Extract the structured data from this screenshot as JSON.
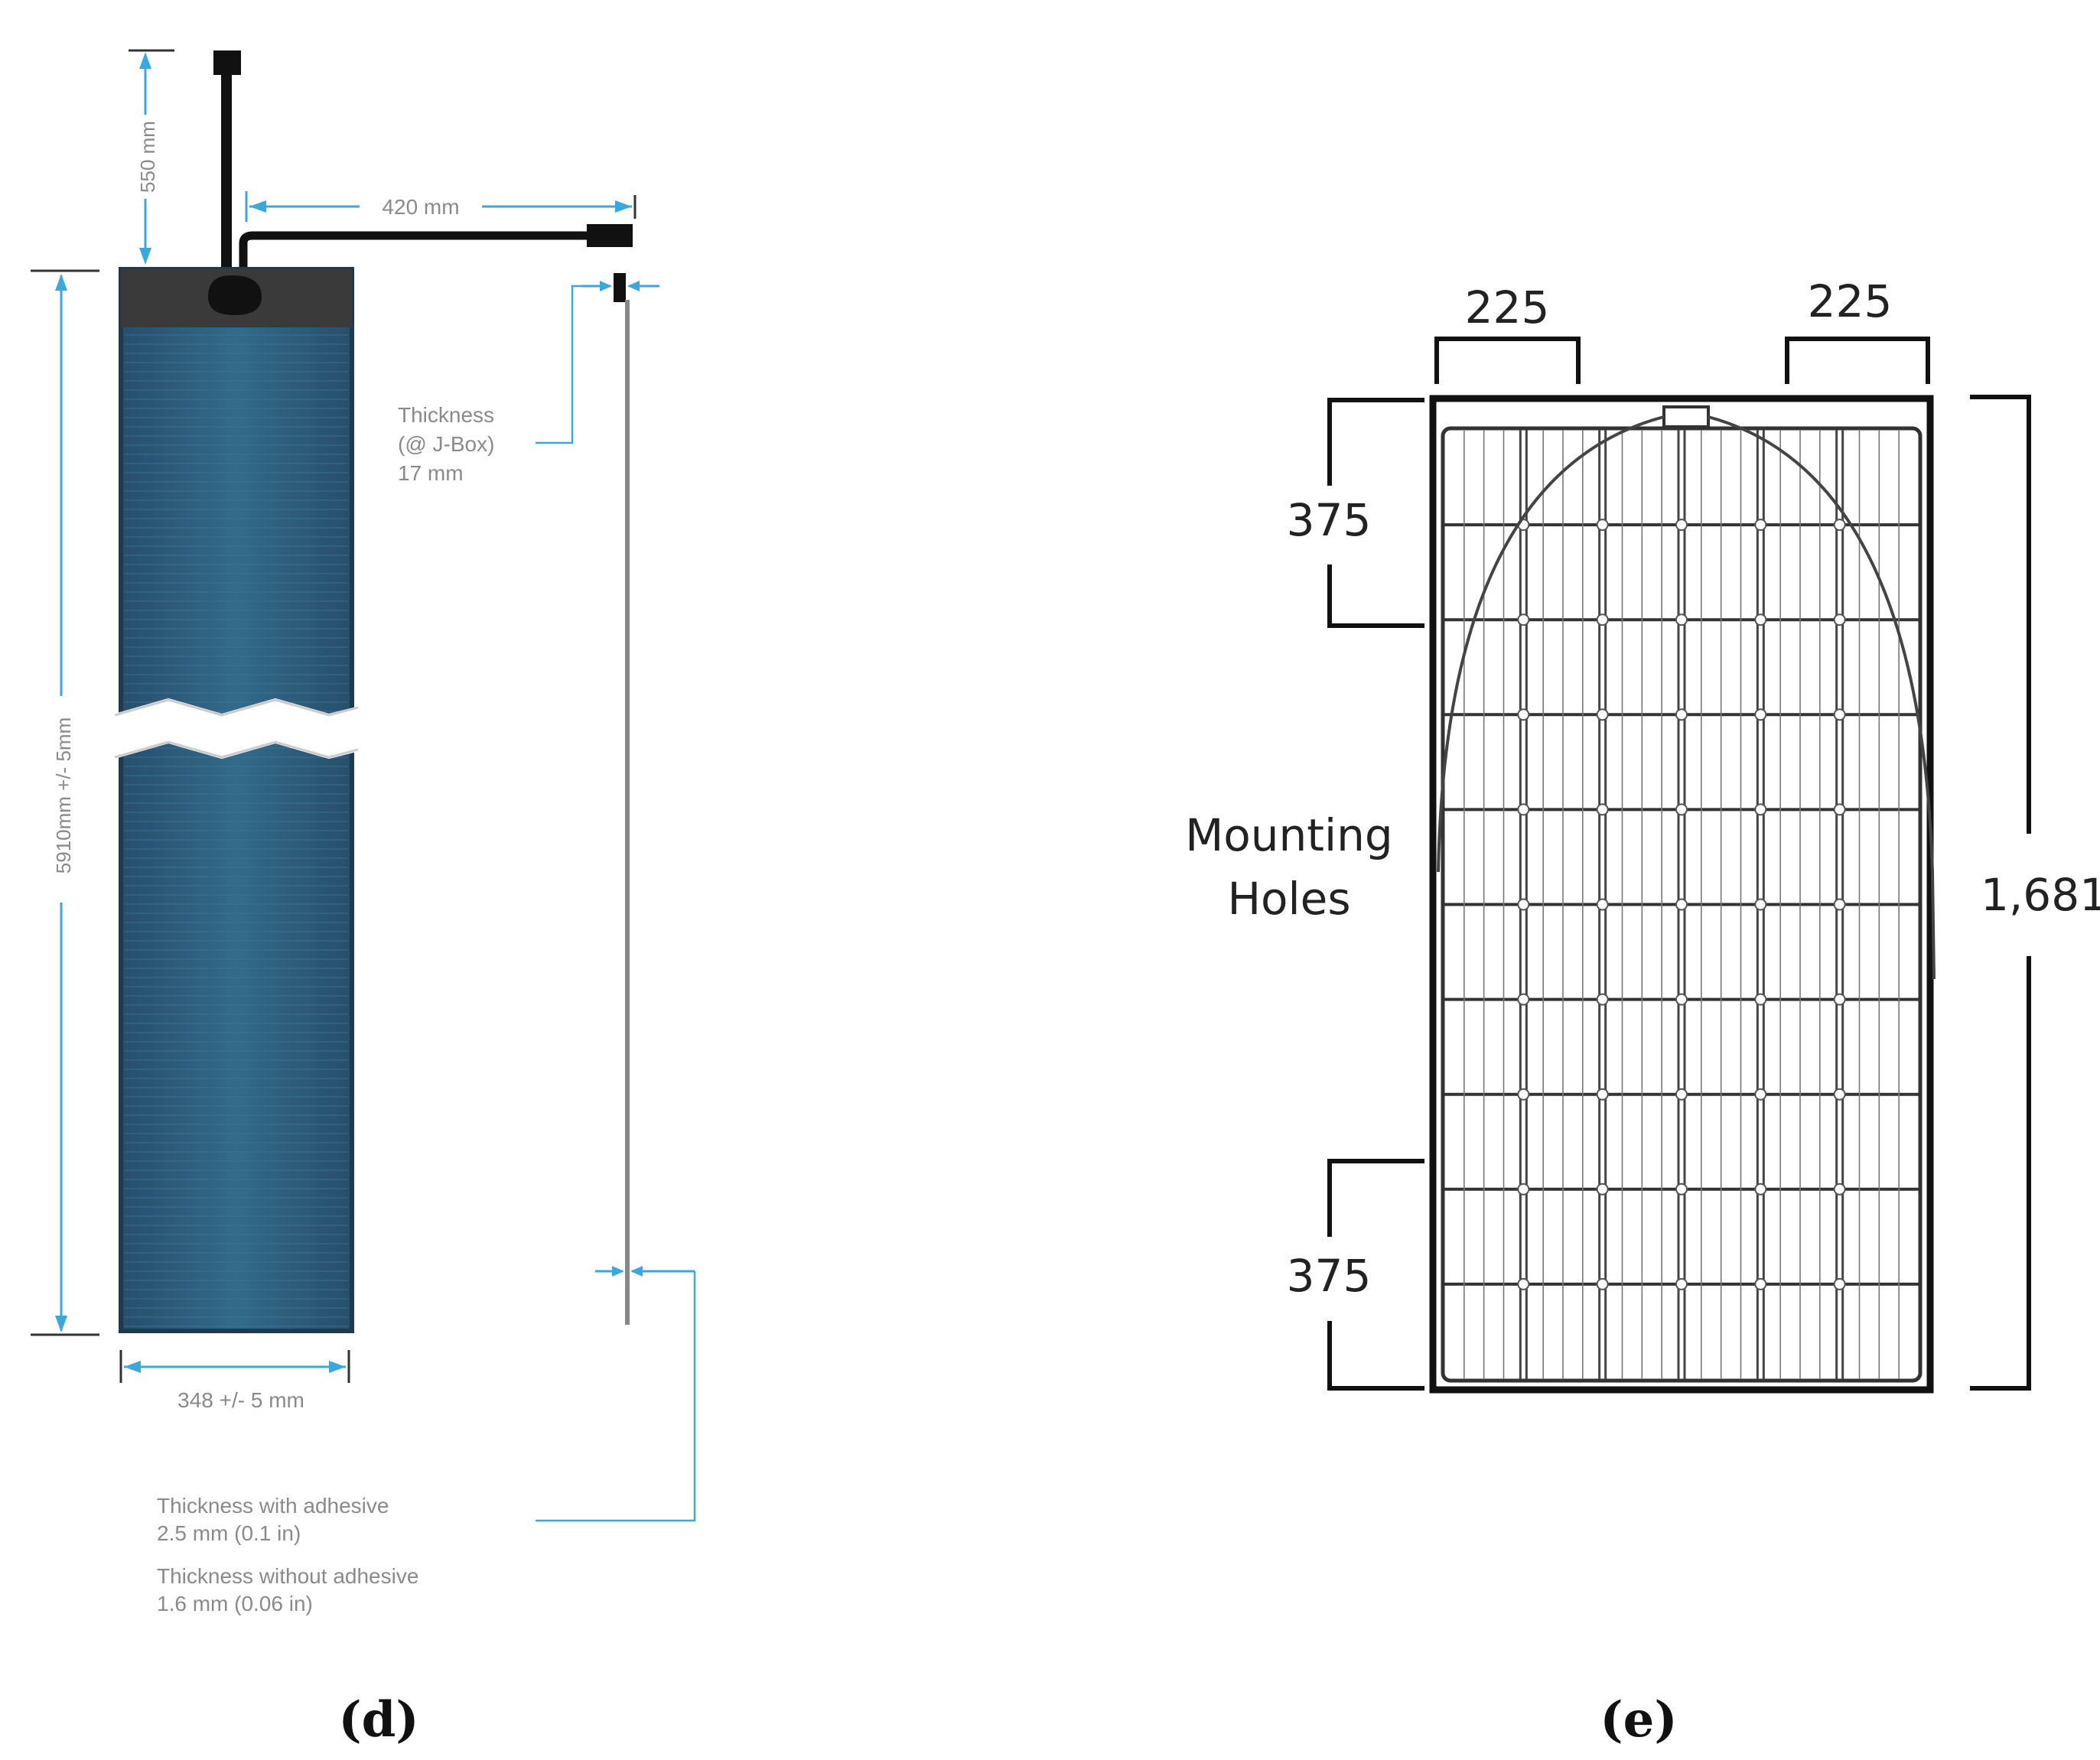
{
  "panel_d": {
    "caption": "(d)",
    "dim_cable_top": "550 mm",
    "dim_cable_side": "420 mm",
    "dim_length": "5910mm  +/- 5mm",
    "dim_width": "348 +/- 5 mm",
    "thickness_jbox": [
      "Thickness",
      "(@ J-Box)",
      "17 mm"
    ],
    "thickness_with_adhesive": [
      "Thickness with adhesive",
      "2.5 mm (0.1 in)"
    ],
    "thickness_without_adhesive": [
      "Thickness without adhesive",
      "1.6 mm (0.06 in)"
    ],
    "colors": {
      "panel_blue": "#2f5f7e",
      "accent": "#3ba7dc",
      "jbox": "#3a3a3a"
    }
  },
  "panel_e": {
    "caption": "(e)",
    "dim_top_left": "225",
    "dim_top_right": "225",
    "dim_left_top": "375",
    "dim_left_bottom": "375",
    "dim_height": "1,681",
    "mounting_label": [
      "Mounting",
      "Holes"
    ]
  }
}
